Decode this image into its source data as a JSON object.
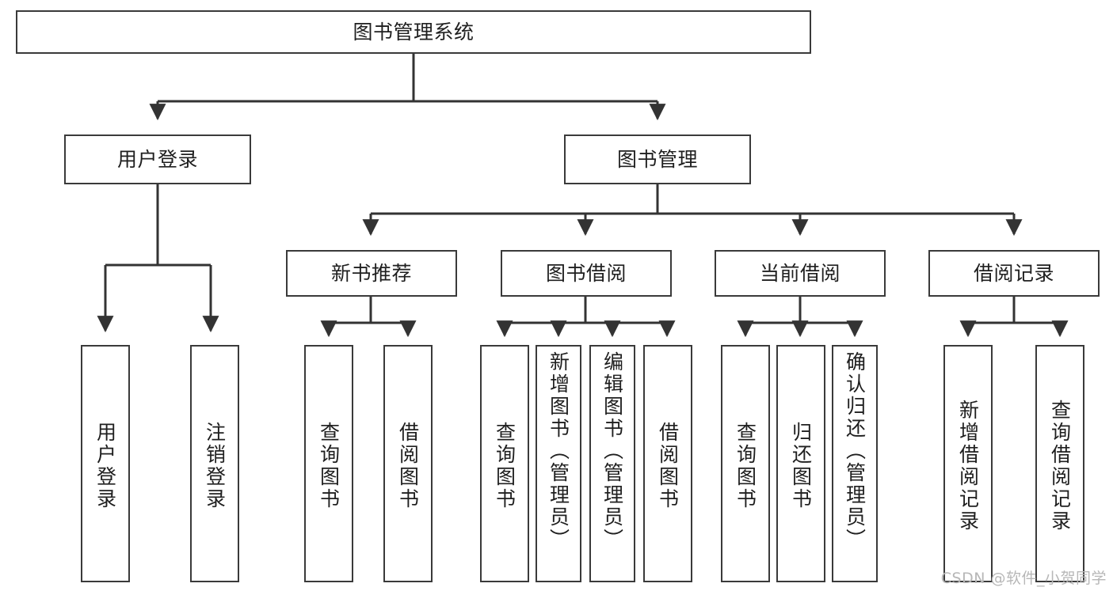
{
  "diagram": {
    "title": "图书管理系统",
    "type": "tree",
    "watermark": "CSDN @软件_小贺同学",
    "colors": {
      "border": "#3a3a3a",
      "background": "#ffffff",
      "text": "#1f1f1f",
      "watermark": "#b7b7b7"
    },
    "nodes": {
      "root": {
        "label": "图书管理系统"
      },
      "level2": [
        {
          "id": "user-login",
          "label": "用户登录"
        },
        {
          "id": "book-manage",
          "label": "图书管理"
        }
      ],
      "level3": [
        {
          "id": "new-book-rec",
          "label": "新书推荐"
        },
        {
          "id": "book-borrow",
          "label": "图书借阅"
        },
        {
          "id": "current-borrow",
          "label": "当前借阅"
        },
        {
          "id": "borrow-record",
          "label": "借阅记录"
        }
      ],
      "leaves": {
        "user_login": [
          {
            "id": "leaf-user-login",
            "label": "用户登录"
          },
          {
            "id": "leaf-logout",
            "label": "注销登录"
          }
        ],
        "new_book_rec": [
          {
            "id": "leaf-query-book-1",
            "label": "查询图书"
          },
          {
            "id": "leaf-borrow-book-1",
            "label": "借阅图书"
          }
        ],
        "book_borrow": [
          {
            "id": "leaf-query-book-2",
            "label": "查询图书"
          },
          {
            "id": "leaf-add-book",
            "label": "新增图书（管理员）"
          },
          {
            "id": "leaf-edit-book",
            "label": "编辑图书（管理员）"
          },
          {
            "id": "leaf-borrow-book-2",
            "label": "借阅图书"
          }
        ],
        "current_borrow": [
          {
            "id": "leaf-query-book-3",
            "label": "查询图书"
          },
          {
            "id": "leaf-return-book",
            "label": "归还图书"
          },
          {
            "id": "leaf-confirm-return",
            "label": "确认归还（管理员）"
          }
        ],
        "borrow_record": [
          {
            "id": "leaf-add-record",
            "label": "新增借阅记录"
          },
          {
            "id": "leaf-query-record",
            "label": "查询借阅记录"
          }
        ]
      }
    }
  }
}
